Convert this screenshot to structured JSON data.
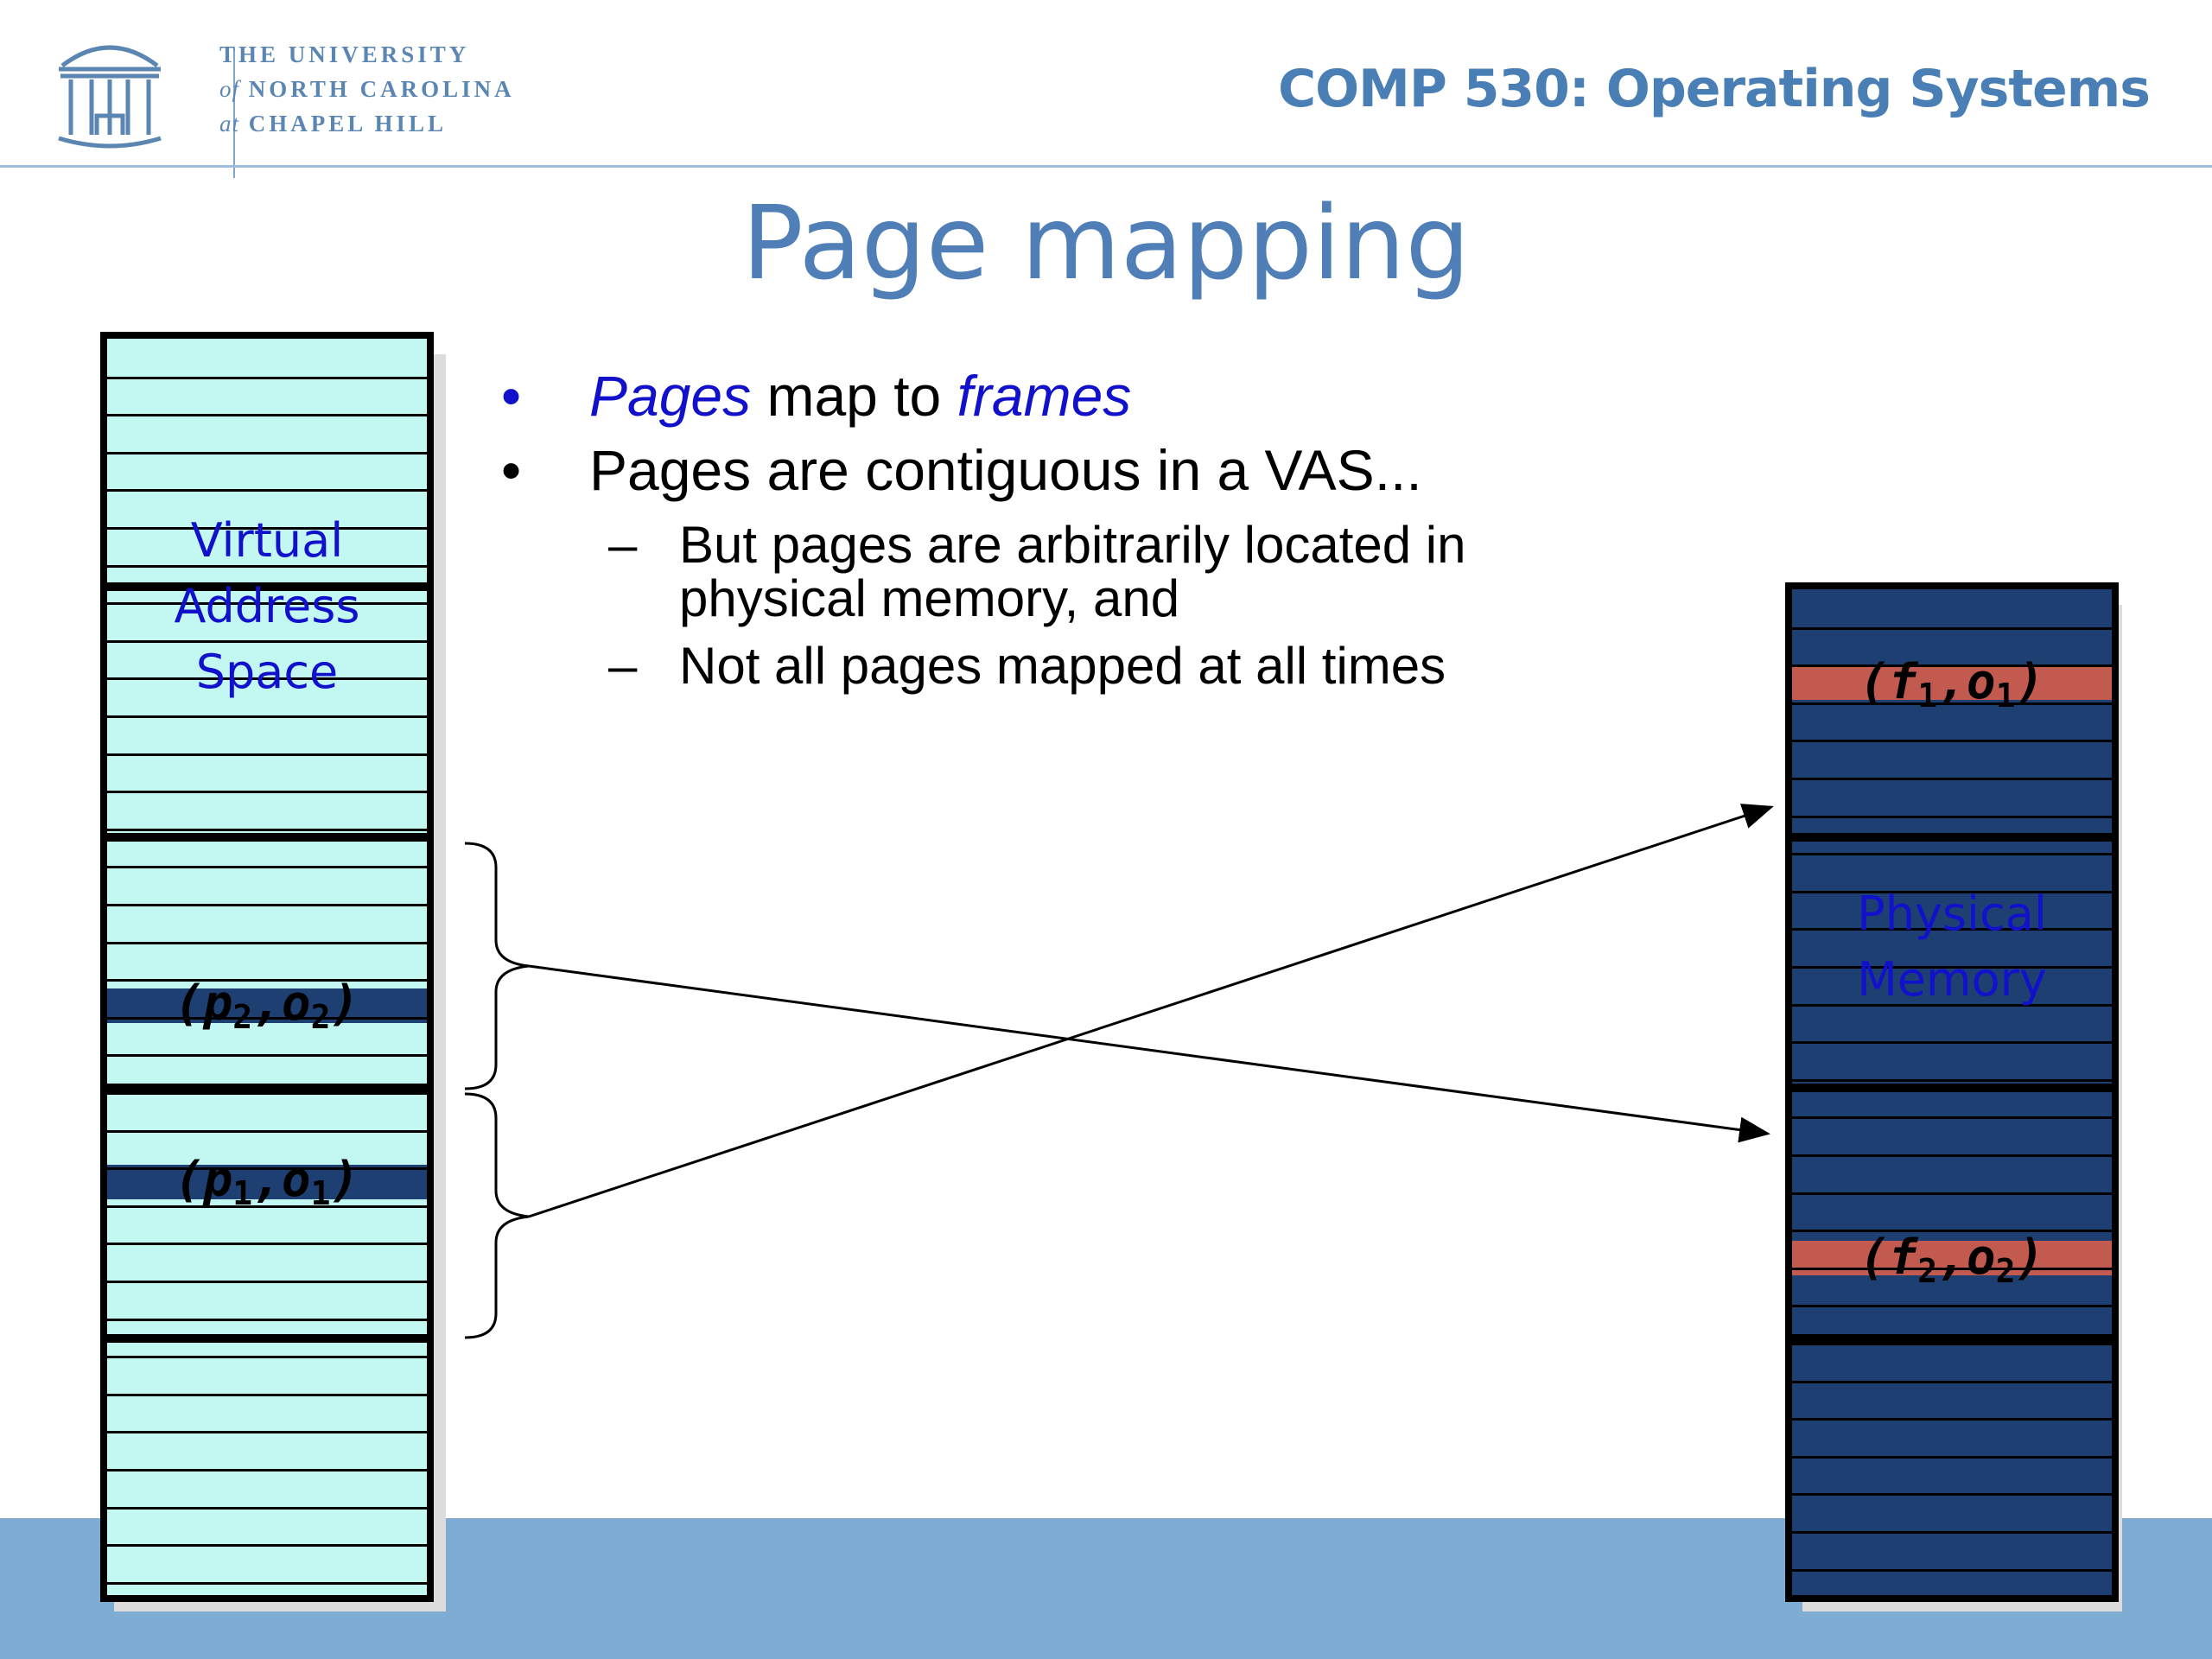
{
  "header": {
    "university": {
      "line1": "THE UNIVERSITY",
      "line2_prefix": "of",
      "line2": "NORTH CAROLINA",
      "line3_prefix": "at",
      "line3": "CHAPEL HILL"
    },
    "course": "COMP 530: Operating Systems"
  },
  "slide": {
    "title": "Page mapping",
    "bullets": {
      "b1_em1": "Pages",
      "b1_mid": " map to ",
      "b1_em2": "frames",
      "b2": "Pages are contiguous in a VAS...",
      "sub1": "But pages are arbitrarily located in physical memory, and",
      "sub2": "Not all pages mapped at all times"
    },
    "virtual": {
      "label_line1": "Virtual",
      "label_line2": "Address",
      "label_line3": "Space",
      "addr1": {
        "var": "p",
        "sub1": "1",
        "off": "o",
        "sub2": "1"
      },
      "addr2": {
        "var": "p",
        "sub1": "2",
        "off": "o",
        "sub2": "2"
      }
    },
    "physical": {
      "label_line1": "Physical",
      "label_line2": "Memory",
      "addr1": {
        "var": "f",
        "sub1": "1",
        "off": "o",
        "sub2": "1"
      },
      "addr2": {
        "var": "f",
        "sub1": "2",
        "off": "o",
        "sub2": "2"
      }
    }
  },
  "colors": {
    "virtual_fill": "#c3f8f2",
    "virtual_highlight": "#1e3f72",
    "physical_fill": "#1e3f72",
    "physical_highlight": "#c25a50",
    "title_blue": "#4f7fb6",
    "footer_band": "#7eacd3",
    "label_blue": "#1111cc"
  }
}
